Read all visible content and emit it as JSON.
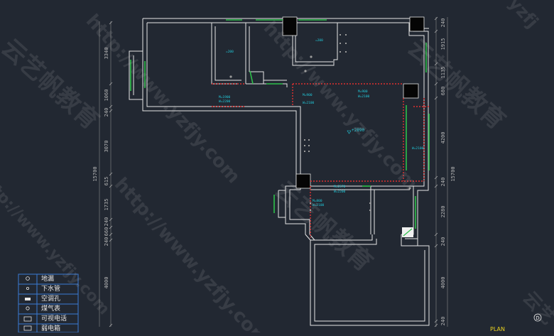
{
  "dimensions": {
    "left": [
      "3340",
      "1060",
      "240",
      "3070",
      "615",
      "1735",
      "240",
      "660",
      "240",
      "4000"
    ],
    "left_total": "15700",
    "right_top": [
      "240",
      "1915",
      "1135",
      "680",
      "4200",
      "240"
    ],
    "right_bottom": [
      "2280",
      "240",
      "4000",
      "240"
    ],
    "right_total": "15700"
  },
  "room_tags": {
    "door_a": [
      "M=1900",
      "W=2200"
    ],
    "door_b": [
      "M=900",
      "W=2100"
    ],
    "door_c": [
      "M=900",
      "W=2100"
    ],
    "door_d": [
      "M=700",
      "W=2100"
    ],
    "door_e": [
      "W=2100"
    ],
    "door_f": [
      "M=2570",
      "W=2200"
    ],
    "door_g": [
      "M=800",
      "W=2100"
    ],
    "small_1": [
      "=200"
    ],
    "small_2": [
      "=200"
    ],
    "level_mark": [
      "+2890"
    ]
  },
  "legend": [
    {
      "icon": "floor-drain-icon",
      "label": "地漏"
    },
    {
      "icon": "drain-pipe-icon",
      "label": "下水管"
    },
    {
      "icon": "ac-hole-icon",
      "label": "空调孔"
    },
    {
      "icon": "gas-meter-icon",
      "label": "煤气表"
    },
    {
      "icon": "video-phone-icon",
      "label": "可视电话"
    },
    {
      "icon": "weak-current-icon",
      "label": "弱电箱"
    }
  ],
  "plan_label": "PLAN",
  "plan_number": "D",
  "watermarks": {
    "url": "http://www.yzfjy.com",
    "brand": "云艺帆教育",
    "partial_right": "yzfj",
    "partial_right_bottom": "云艺"
  }
}
